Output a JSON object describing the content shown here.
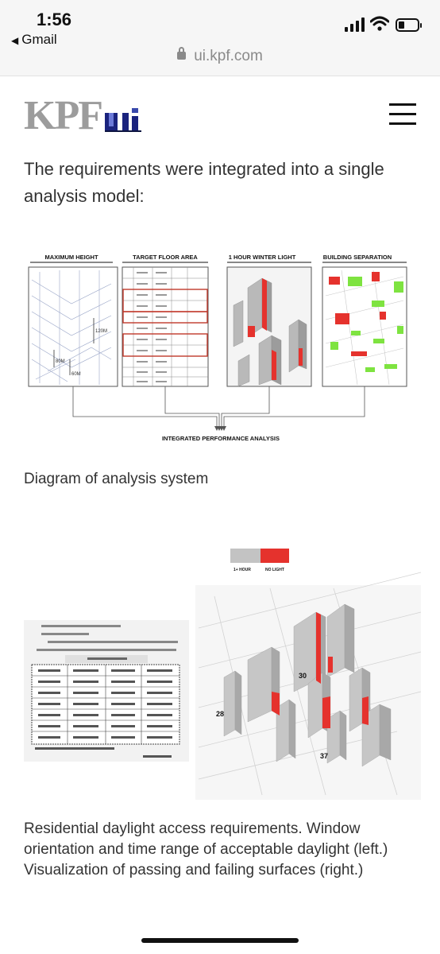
{
  "status_bar": {
    "time": "1:56",
    "back_app": "Gmail",
    "url": "ui.kpf.com"
  },
  "header": {
    "logo_text": "KPF",
    "logo_suffix": "ui",
    "colors": {
      "logo_grey": "#9c9c9c",
      "logo_blue": "#1a237e"
    }
  },
  "article": {
    "intro": "The requirements were integrated into a single analysis model:",
    "diagram": {
      "panels": [
        "MAXIMUM HEIGHT",
        "TARGET FLOOR AREA",
        "1 HOUR WINTER LIGHT",
        "BUILDING SEPARATION"
      ],
      "height_labels": [
        "120M",
        "80M",
        "60M"
      ],
      "result": "INTEGRATED PERFORMANCE ANALYSIS",
      "caption": "Diagram of analysis system"
    },
    "daylight": {
      "legend": [
        "1+ HOUR",
        "NO LIGHT"
      ],
      "building_labels": [
        "30",
        "28",
        "37"
      ],
      "caption": "Residential daylight access requirements. Window orientation and time range of acceptable daylight (left.) Visualization of passing and failing surfaces (right.)"
    },
    "colors": {
      "fail_red": "#e5322d",
      "pass_grey": "#bdbdbd",
      "pass_green": "#7ee340"
    }
  }
}
